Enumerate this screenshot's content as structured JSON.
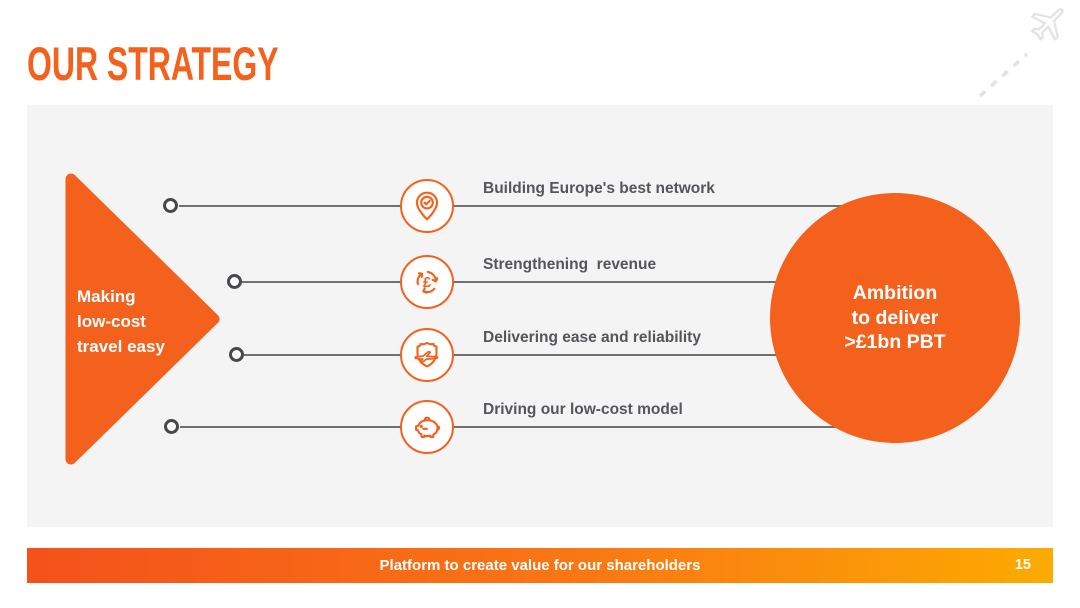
{
  "slide": {
    "title": "OUR STRATEGY",
    "page_number": "15"
  },
  "funnel": {
    "lines": [
      "Making",
      "low-cost",
      "travel easy"
    ]
  },
  "strategy_rows": [
    {
      "icon": "location-pin-check-icon",
      "label": "Building Europe's best network"
    },
    {
      "icon": "currency-cycle-icon",
      "label": "Strengthening  revenue"
    },
    {
      "icon": "shield-plane-icon",
      "label": "Delivering ease and reliability"
    },
    {
      "icon": "piggy-bank-icon",
      "label": "Driving our low-cost model"
    }
  ],
  "ambition_circle": {
    "lines": [
      "Ambition",
      "to deliver",
      ">£1bn PBT"
    ]
  },
  "footer": {
    "banner": "Platform to create value for our shareholders"
  },
  "colors": {
    "brand_orange": "#F4611D",
    "dark_gray": "#55565A",
    "line_gray": "#6E6F71",
    "card_background": "#F4F4F5",
    "banner_gradient_start": "#F4511B",
    "banner_gradient_end": "#FCAB00",
    "plane_decor_gray": "#E3E3E4"
  }
}
